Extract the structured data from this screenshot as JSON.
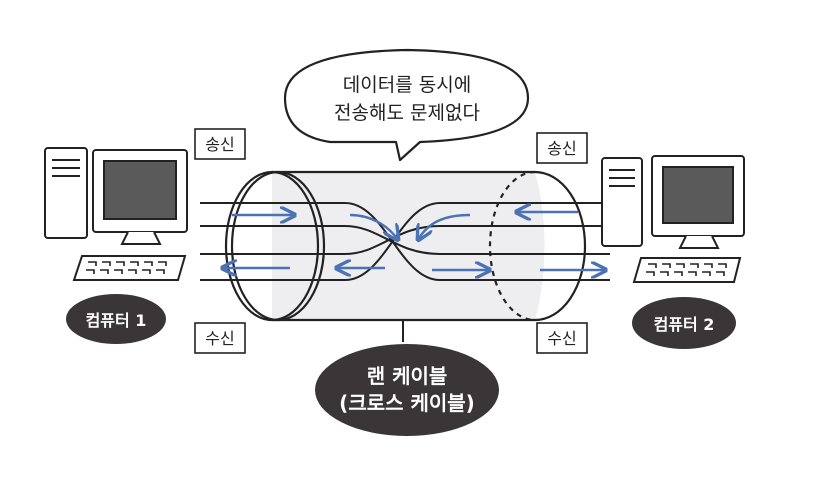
{
  "speech_bubble": {
    "line1": "데이터를 동시에",
    "line2": "전송해도 문제없다"
  },
  "left": {
    "send_label": "송신",
    "receive_label": "수신",
    "computer_label": "컴퓨터 1"
  },
  "right": {
    "send_label": "송신",
    "receive_label": "수신",
    "computer_label": "컴퓨터 2"
  },
  "cable_label": {
    "line1": "랜 케이블",
    "line2": "(크로스 케이블)"
  },
  "colors": {
    "arrow": "#4a72b4",
    "tube": "#eeeef1",
    "badge": "#3a3536",
    "ink": "#222222"
  }
}
